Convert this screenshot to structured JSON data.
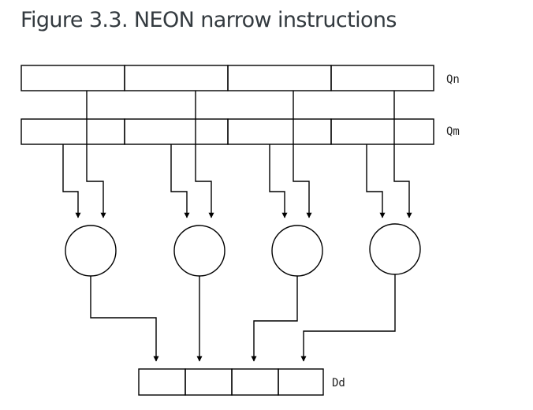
{
  "figure": {
    "title": "Figure 3.3. NEON narrow instructions"
  },
  "registers": {
    "qn_label": "Qn",
    "qm_label": "Qm",
    "dd_label": "Dd"
  },
  "style": {
    "line_color": "#000000",
    "title_color": "#333a3f"
  }
}
